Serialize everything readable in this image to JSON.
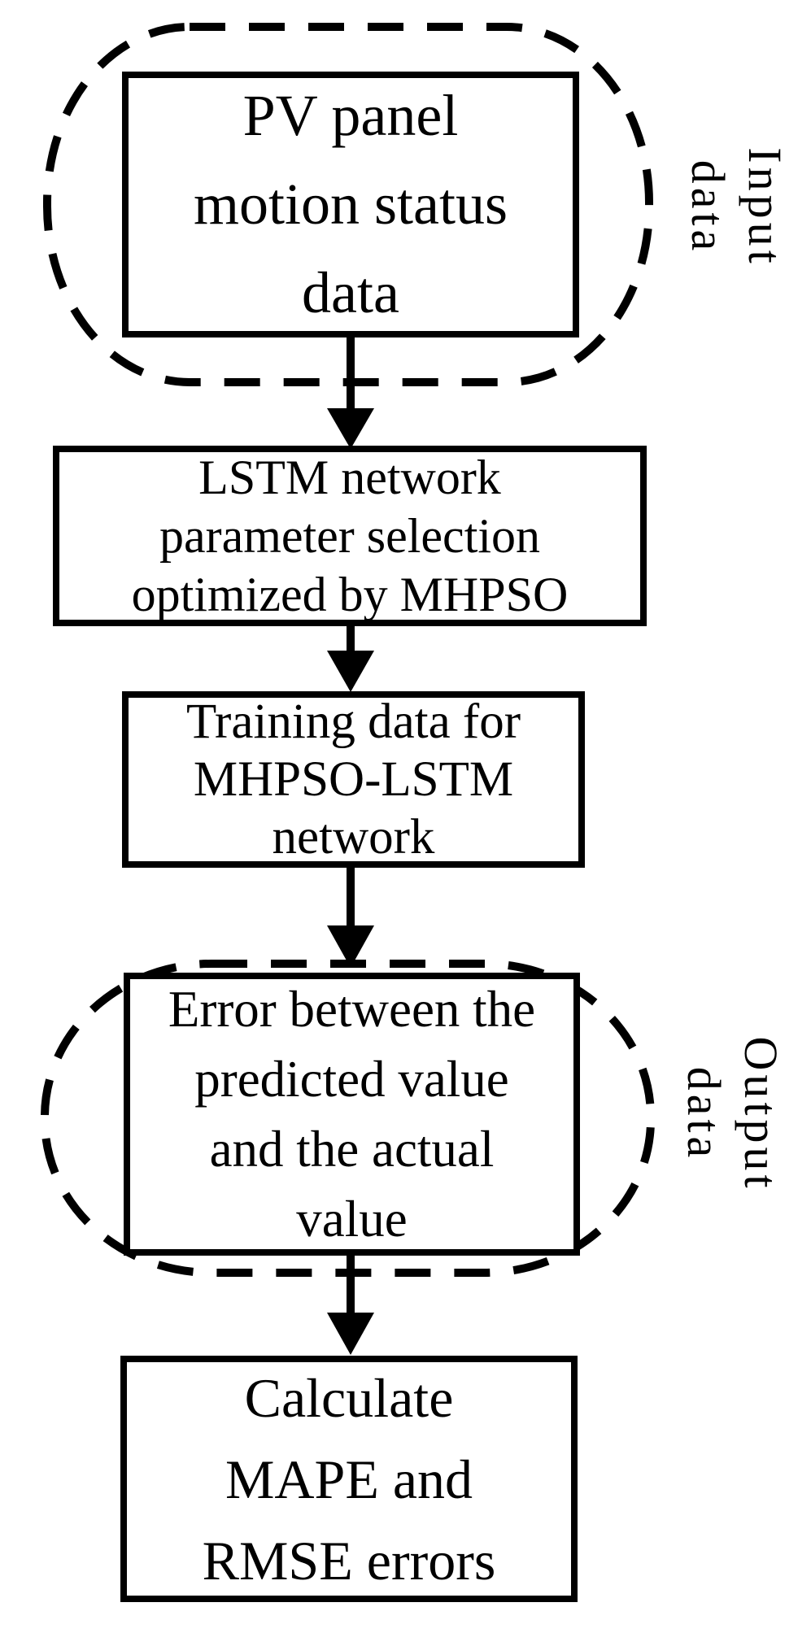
{
  "colors": {
    "ink": "#000000",
    "background": "#ffffff"
  },
  "diagram": {
    "groups": {
      "input": {
        "label": "Input data",
        "lines": [
          "Input",
          "data"
        ]
      },
      "output": {
        "label": "Output data",
        "lines": [
          "Output",
          "data"
        ]
      }
    },
    "nodes": [
      {
        "id": "pv-panel-data",
        "label": "PV panel motion status data",
        "lines": [
          "PV panel",
          "motion status",
          "data"
        ]
      },
      {
        "id": "lstm-parameter-selection",
        "label": "LSTM network parameter selection optimized by MHPSO",
        "lines": [
          "LSTM network",
          "parameter selection",
          "optimized by MHPSO"
        ]
      },
      {
        "id": "training-data",
        "label": "Training data for MHPSO-LSTM network",
        "lines": [
          "Training data for",
          "MHPSO-LSTM",
          "network"
        ]
      },
      {
        "id": "prediction-error",
        "label": "Error between the predicted value and the actual value",
        "lines": [
          "Error between the",
          "predicted value",
          "and the actual",
          "value"
        ]
      },
      {
        "id": "calculate-errors",
        "label": "Calculate MAPE and RMSE errors",
        "lines": [
          "Calculate",
          "MAPE and",
          "RMSE errors"
        ]
      }
    ],
    "connections": [
      {
        "from": "pv-panel-data",
        "to": "lstm-parameter-selection"
      },
      {
        "from": "lstm-parameter-selection",
        "to": "training-data"
      },
      {
        "from": "training-data",
        "to": "prediction-error"
      },
      {
        "from": "prediction-error",
        "to": "calculate-errors"
      }
    ]
  }
}
